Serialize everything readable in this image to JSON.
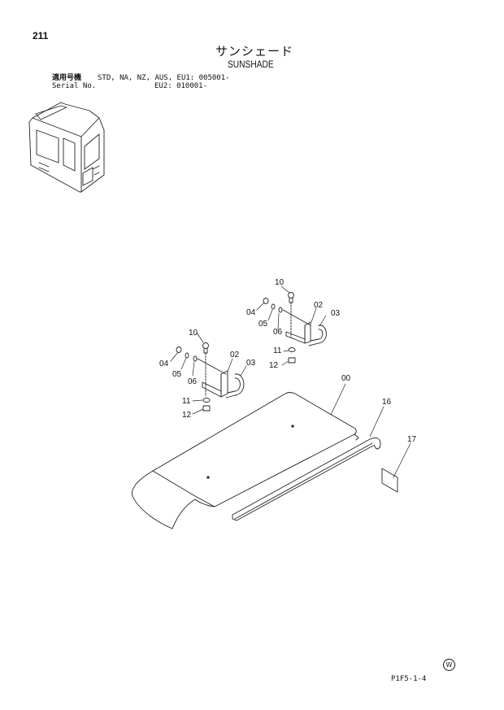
{
  "header": {
    "page_number": "211",
    "title_japanese": "サンシェード",
    "title_english": "SUNSHADE"
  },
  "applicability": {
    "label_japanese": "適用号機",
    "label_english": "Serial No.",
    "line1": "STD, NA, NZ, AUS, EU1: 005001-",
    "line2": "EU2: 010001-"
  },
  "callouts": {
    "c10a": "10",
    "c04a": "04",
    "c05a": "05",
    "c06a": "06",
    "c02a": "02",
    "c03a": "03",
    "c11a": "11",
    "c12a": "12",
    "c10b": "10",
    "c04b": "04",
    "c05b": "05",
    "c06b": "06",
    "c02b": "02",
    "c03b": "03",
    "c11b": "11",
    "c12b": "12",
    "c00": "00",
    "c16": "16",
    "c17": "17"
  },
  "footer": {
    "figure_code": "P1F5-1-4",
    "mark": "W"
  }
}
